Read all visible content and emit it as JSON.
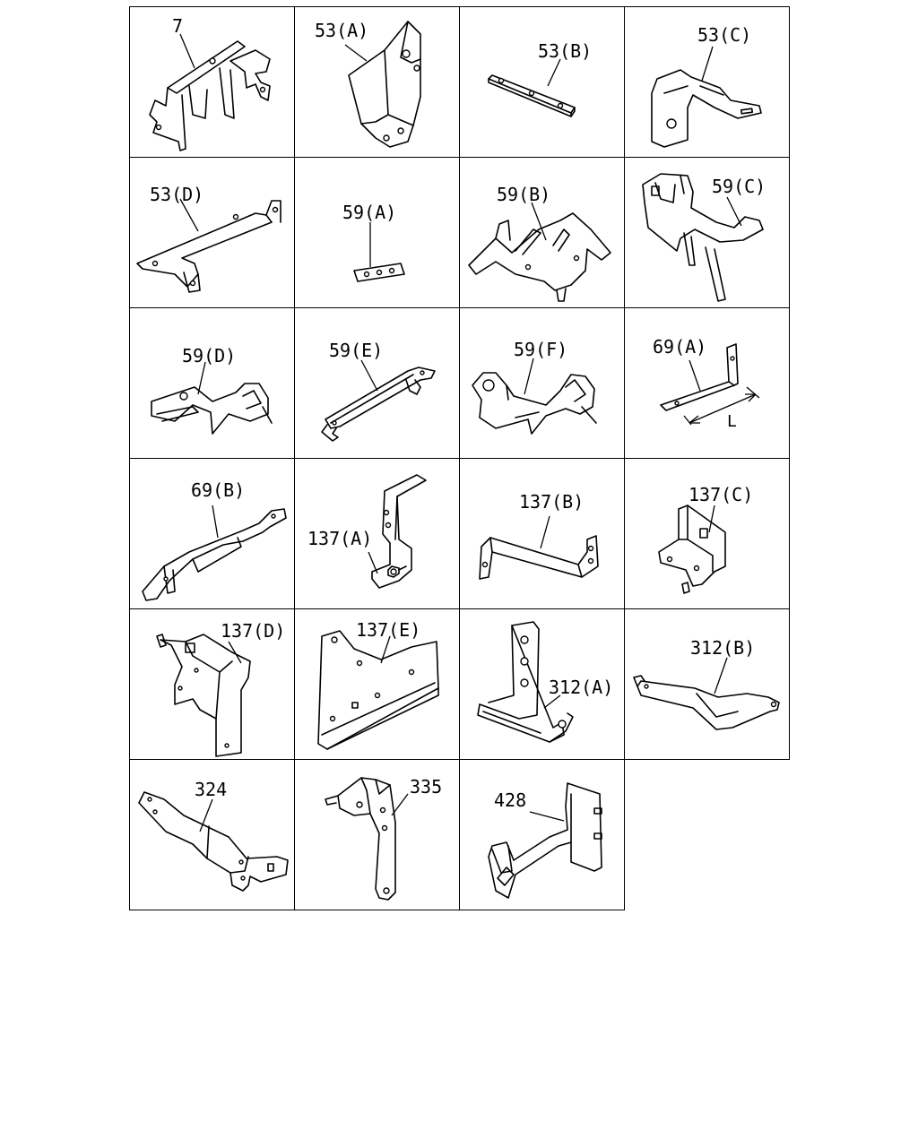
{
  "parts": [
    {
      "id": "p7",
      "label": "7"
    },
    {
      "id": "p53a",
      "label": "53(A)"
    },
    {
      "id": "p53b",
      "label": "53(B)"
    },
    {
      "id": "p53c",
      "label": "53(C)"
    },
    {
      "id": "p53d",
      "label": "53(D)"
    },
    {
      "id": "p59a",
      "label": "59(A)"
    },
    {
      "id": "p59b",
      "label": "59(B)"
    },
    {
      "id": "p59c",
      "label": "59(C)"
    },
    {
      "id": "p59d",
      "label": "59(D)"
    },
    {
      "id": "p59e",
      "label": "59(E)"
    },
    {
      "id": "p59f",
      "label": "59(F)"
    },
    {
      "id": "p69a",
      "label": "69(A)",
      "dimension": "L"
    },
    {
      "id": "p69b",
      "label": "69(B)"
    },
    {
      "id": "p137a",
      "label": "137(A)"
    },
    {
      "id": "p137b",
      "label": "137(B)"
    },
    {
      "id": "p137c",
      "label": "137(C)"
    },
    {
      "id": "p137d",
      "label": "137(D)"
    },
    {
      "id": "p137e",
      "label": "137(E)"
    },
    {
      "id": "p312a",
      "label": "312(A)"
    },
    {
      "id": "p312b",
      "label": "312(B)"
    },
    {
      "id": "p324",
      "label": "324"
    },
    {
      "id": "p335",
      "label": "335"
    },
    {
      "id": "p428",
      "label": "428"
    }
  ]
}
